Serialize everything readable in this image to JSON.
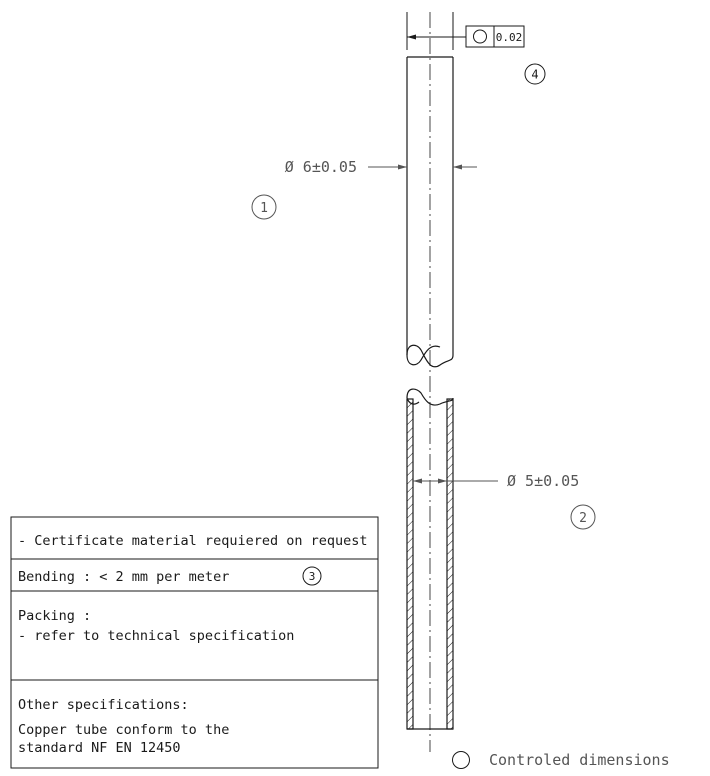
{
  "drawing": {
    "tolerance_frame": {
      "symbol": "circularity-symbol",
      "value": "0.02"
    },
    "outer_diameter": "Ø 6±0.05",
    "inner_diameter": "Ø 5±0.05",
    "callouts": [
      "1",
      "2",
      "3",
      "4"
    ]
  },
  "notes_table": {
    "certificate": "- Certificate material requiered on request",
    "bending": "Bending : < 2 mm per meter",
    "packing_title": "Packing :",
    "packing_detail": "- refer to technical specification",
    "other_title": "Other specifications:",
    "other_line1": "Copper tube conform to the",
    "other_line2": "standard  NF EN 12450"
  },
  "legend": {
    "label": "Controled dimensions"
  },
  "colors": {
    "line": "#1a1a1a",
    "dimension": "#555555",
    "background": "#ffffff"
  }
}
